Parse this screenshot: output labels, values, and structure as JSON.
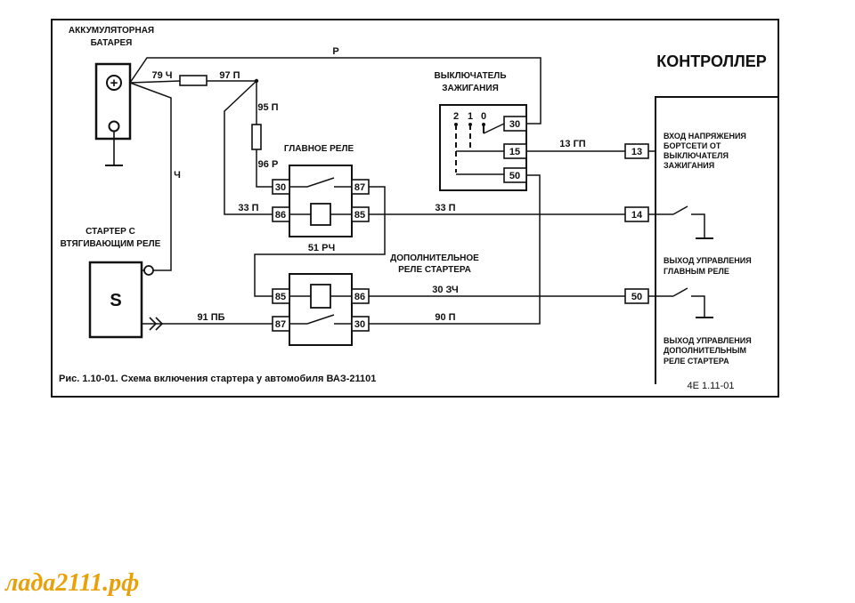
{
  "labels": {
    "battery_title_1": "АККУМУЛЯТОРНАЯ",
    "battery_title_2": "БАТАРЕЯ",
    "battery_plus": "+",
    "wire_r": "Р",
    "wire_79ch": "79 Ч",
    "wire_97p": "97 П",
    "wire_95p": "95 П",
    "wire_96r": "96 Р",
    "wire_ch": "Ч",
    "wire_33p_left": "33 П",
    "wire_33p_right": "33 П",
    "wire_51rch": "51 РЧ",
    "wire_13gp": "13 ГП",
    "wire_30zch": "30 ЗЧ",
    "wire_90p": "90 П",
    "wire_91pb": "91 ПБ",
    "controller_title": "КОНТРОЛЛЕР",
    "ignition_title_1": "ВЫКЛЮЧАТЕЛЬ",
    "ignition_title_2": "ЗАЖИГАНИЯ",
    "ign_pos_2": "2",
    "ign_pos_1": "1",
    "ign_pos_0": "0",
    "main_relay_title": "ГЛАВНОЕ РЕЛЕ",
    "aux_relay_title_1": "ДОПОЛНИТЕЛЬНОЕ",
    "aux_relay_title_2": "РЕЛЕ СТАРТЕРА",
    "starter_title_1": "СТАРТЕР С",
    "starter_title_2": "ВТЯГИВАЮЩИМ РЕЛЕ",
    "starter_letter": "S",
    "ctrl_13_desc_1": "ВХОД НАПРЯЖЕНИЯ",
    "ctrl_13_desc_2": "БОРТСЕТИ ОТ",
    "ctrl_13_desc_3": "ВЫКЛЮЧАТЕЛЯ",
    "ctrl_13_desc_4": "ЗАЖИГАНИЯ",
    "ctrl_14_desc_1": "ВЫХОД УПРАВЛЕНИЯ",
    "ctrl_14_desc_2": "ГЛАВНЫМ  РЕЛЕ",
    "ctrl_50_desc_1": "ВЫХОД УПРАВЛЕНИЯ",
    "ctrl_50_desc_2": "ДОПОЛНИТЕЛЬНЫМ",
    "ctrl_50_desc_3": "РЕЛЕ СТАРТЕРА",
    "caption": "Рис. 1.10-01. Схема включения стартера у автомобиля ВАЗ-21101",
    "code": "4Е 1.11-01"
  },
  "terminals": {
    "ign_30": "30",
    "ign_15": "15",
    "ign_50": "50",
    "mr_30": "30",
    "mr_87": "87",
    "mr_86": "86",
    "mr_85": "85",
    "ar_85": "85",
    "ar_86": "86",
    "ar_87": "87",
    "ar_30": "30",
    "ctrl_13": "13",
    "ctrl_14": "14",
    "ctrl_50": "50"
  },
  "watermark": "лада2111.рф"
}
